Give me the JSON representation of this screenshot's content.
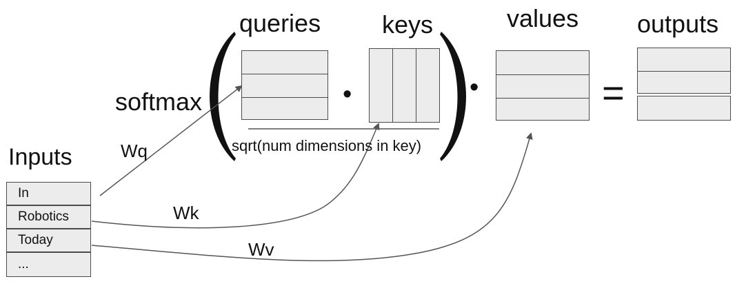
{
  "labels": {
    "queries": "queries",
    "keys": "keys",
    "values": "values",
    "outputs": "outputs",
    "softmax": "softmax",
    "inputs": "Inputs",
    "wq": "Wq",
    "wk": "Wk",
    "wv": "Wv",
    "denominator": "sqrt(num dimensions in key)",
    "dot1": "•",
    "dot2": "•",
    "equals": "="
  },
  "inputs": [
    "In",
    "Robotics",
    "Today",
    "..."
  ],
  "colors": {
    "cell_fill": "#ececec",
    "border": "#4a4a4a",
    "arrow": "#555555"
  }
}
